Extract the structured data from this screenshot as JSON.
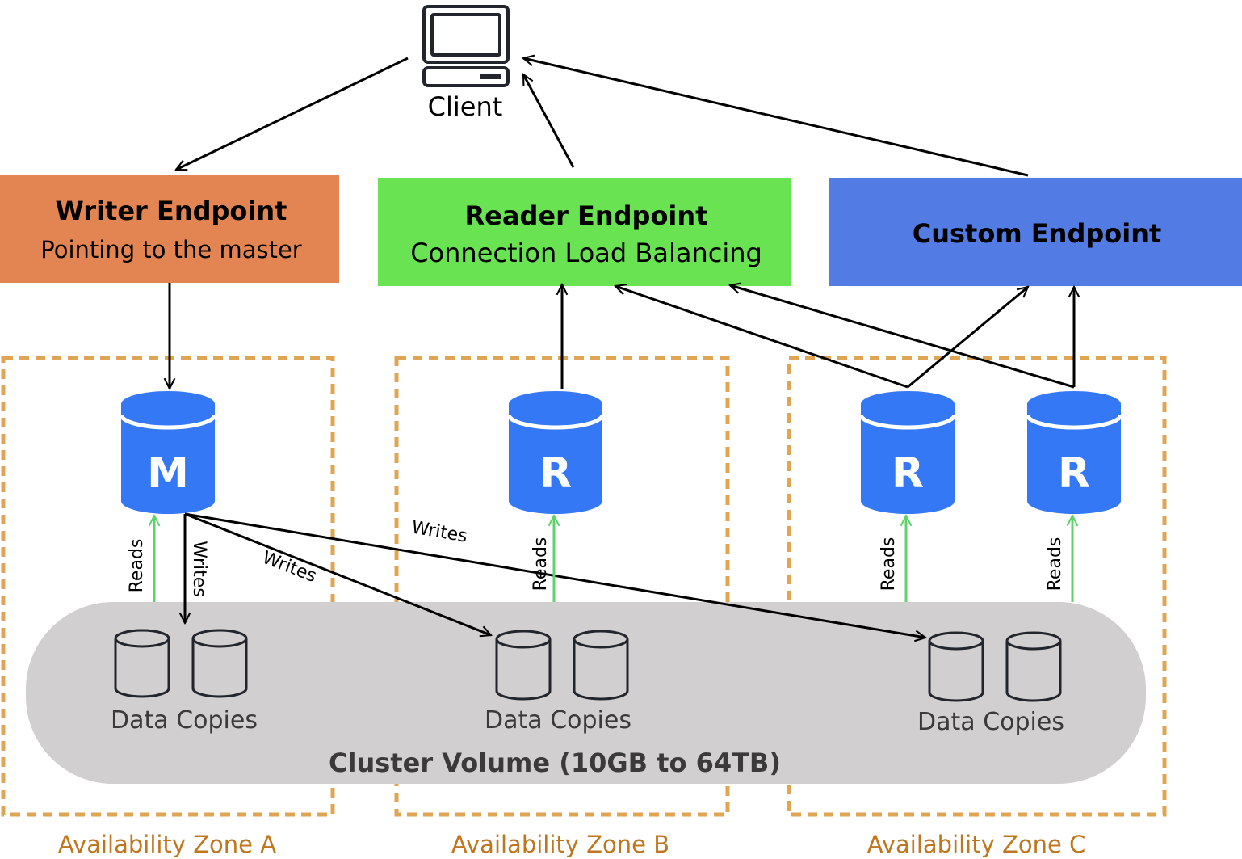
{
  "client": {
    "label": "Client",
    "icon": "computer-icon"
  },
  "endpoints": {
    "writer": {
      "title": "Writer Endpoint",
      "subtitle": "Pointing to the master",
      "color": "#e38552"
    },
    "reader": {
      "title": "Reader Endpoint",
      "subtitle": "Connection Load Balancing",
      "color": "#6ae352"
    },
    "custom": {
      "title": "Custom Endpoint",
      "color": "#527be3"
    }
  },
  "instances": {
    "master": {
      "letter": "M"
    },
    "reader_b": {
      "letter": "R"
    },
    "reader_c1": {
      "letter": "R"
    },
    "reader_c2": {
      "letter": "R"
    },
    "color": "#3478f6"
  },
  "edge_labels": {
    "reads": "Reads",
    "writes": "Writes"
  },
  "volume": {
    "title": "Cluster Volume (10GB to 64TB)",
    "copies_a": "Data Copies",
    "copies_b": "Data Copies",
    "copies_c": "Data Copies",
    "color": "#d1cfd0"
  },
  "zones": {
    "a": "Availability Zone A",
    "b": "Availability Zone B",
    "c": "Availability Zone C",
    "border_color": "#e0a553",
    "label_color": "#c0761f"
  },
  "colors": {
    "arrow": "#000000",
    "reads_arrow": "#5fd36b"
  }
}
